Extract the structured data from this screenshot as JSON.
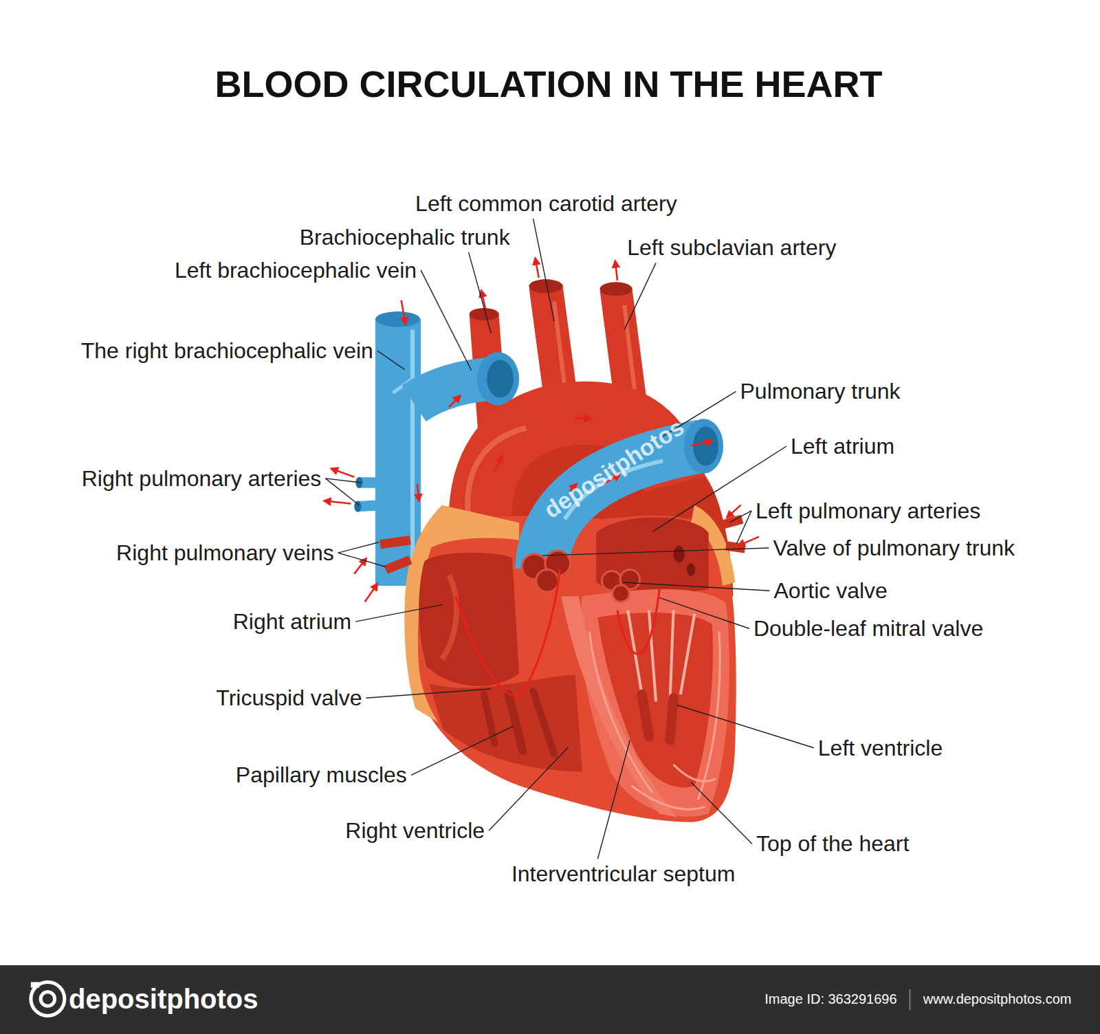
{
  "diagram": {
    "title": "BLOOD CIRCULATION IN THE HEART",
    "labels": [
      "Left common carotid artery",
      "Brachiocephalic trunk",
      "Left subclavian artery",
      "Left brachiocephalic vein",
      "The right brachiocephalic vein",
      "Pulmonary trunk",
      "Left atrium",
      "Right pulmonary arteries",
      "Left pulmonary arteries",
      "Valve of pulmonary trunk",
      "Right pulmonary veins",
      "Aortic valve",
      "Double-leaf mitral valve",
      "Right atrium",
      "Tricuspid valve",
      "Left ventricle",
      "Papillary muscles",
      "Right ventricle",
      "Top of the heart",
      "Interventricular septum",
      "depositphotos",
      "depositphotos",
      "Image ID: 363291696",
      "www.depositphotos.com"
    ]
  }
}
